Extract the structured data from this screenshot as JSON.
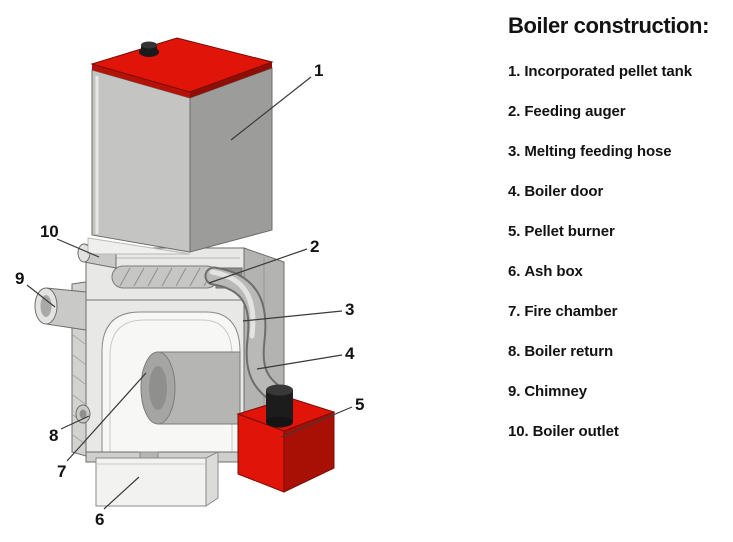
{
  "title": "Boiler construction:",
  "legend": [
    {
      "num": "1.",
      "label": "Incorporated pellet tank"
    },
    {
      "num": "2.",
      "label": "Feeding auger"
    },
    {
      "num": "3.",
      "label": "Melting feeding hose"
    },
    {
      "num": "4.",
      "label": "Boiler door"
    },
    {
      "num": "5.",
      "label": "Pellet burner"
    },
    {
      "num": "6.",
      "label": "Ash box"
    },
    {
      "num": "7.",
      "label": "Fire chamber"
    },
    {
      "num": "8.",
      "label": "Boiler return"
    },
    {
      "num": "9.",
      "label": "Chimney"
    },
    {
      "num": "10.",
      "label": "Boiler outlet"
    }
  ],
  "callouts": [
    "1",
    "2",
    "3",
    "4",
    "5",
    "6",
    "7",
    "8",
    "9",
    "10"
  ],
  "colors": {
    "accent_red": "#e01408",
    "accent_red_dark": "#a81006",
    "text": "#131313",
    "diagram_gray": "#9c9c9a"
  }
}
